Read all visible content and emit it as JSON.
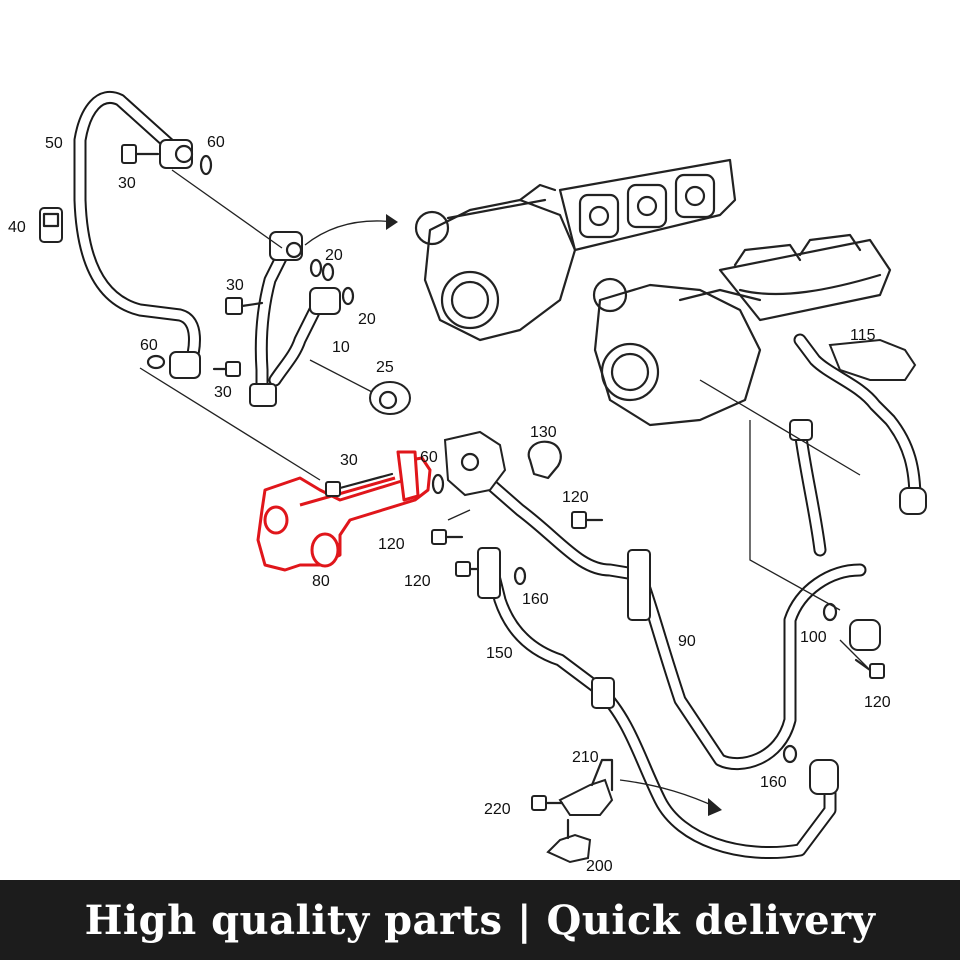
{
  "diagram": {
    "part_labels": {
      "p50": "50",
      "p60a": "60",
      "p30a": "30",
      "p40": "40",
      "p20a": "20",
      "p30b": "30",
      "p20b": "20",
      "p10": "10",
      "p60b": "60",
      "p30c": "30",
      "p25": "25",
      "p30d": "30",
      "p60c": "60",
      "p130": "130",
      "p115": "115",
      "p120a": "120",
      "p120b": "120",
      "p120c": "120",
      "p80": "80",
      "p160a": "160",
      "p90": "90",
      "p150": "150",
      "p100": "100",
      "p120d": "120",
      "p210": "210",
      "p220": "220",
      "p160b": "160",
      "p200": "200"
    },
    "highlighted_part": "80",
    "highlight_color": "#e0161b"
  },
  "footer": {
    "banner_text": "High quality parts | Quick delivery",
    "background_color": "#1c1c1c",
    "text_color": "#ffffff"
  }
}
